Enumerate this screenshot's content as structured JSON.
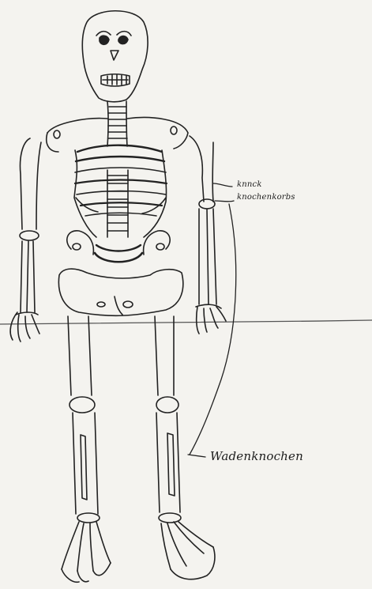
{
  "labels": {
    "knochen": "knnck",
    "brustkorb": "knochenkorbs",
    "wadenknochen": "Wadenknochen"
  },
  "colors": {
    "paper": "#f4f3ef",
    "ink": "#1c1c1c"
  }
}
